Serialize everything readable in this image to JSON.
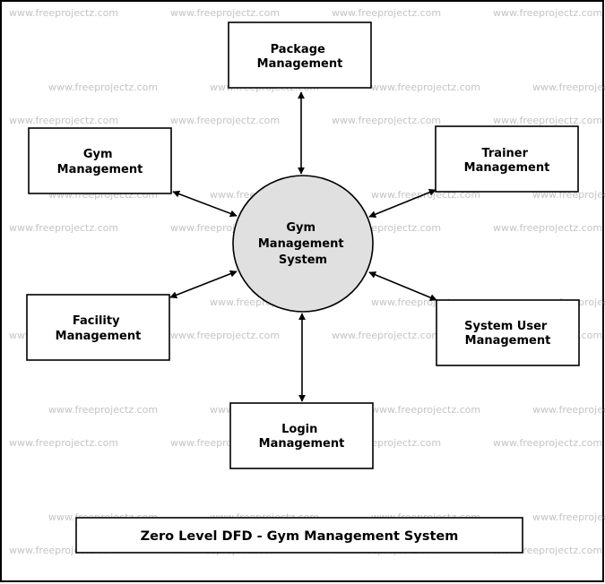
{
  "diagram": {
    "watermark": "www.freeprojectz.com",
    "center": {
      "lines": [
        "Gym",
        "Management",
        "System"
      ],
      "fill": "#e0e0e0"
    },
    "entities": {
      "package": {
        "lines": [
          "Package",
          "Management"
        ]
      },
      "gym": {
        "lines": [
          "Gym",
          "Management"
        ]
      },
      "trainer": {
        "lines": [
          "Trainer",
          "Management"
        ]
      },
      "facility": {
        "lines": [
          "Facility",
          "Management"
        ]
      },
      "system_user": {
        "lines": [
          "System User",
          "Management"
        ]
      },
      "login": {
        "lines": [
          "Login",
          "Management"
        ]
      }
    },
    "title": "Zero Level DFD - Gym Management System"
  }
}
